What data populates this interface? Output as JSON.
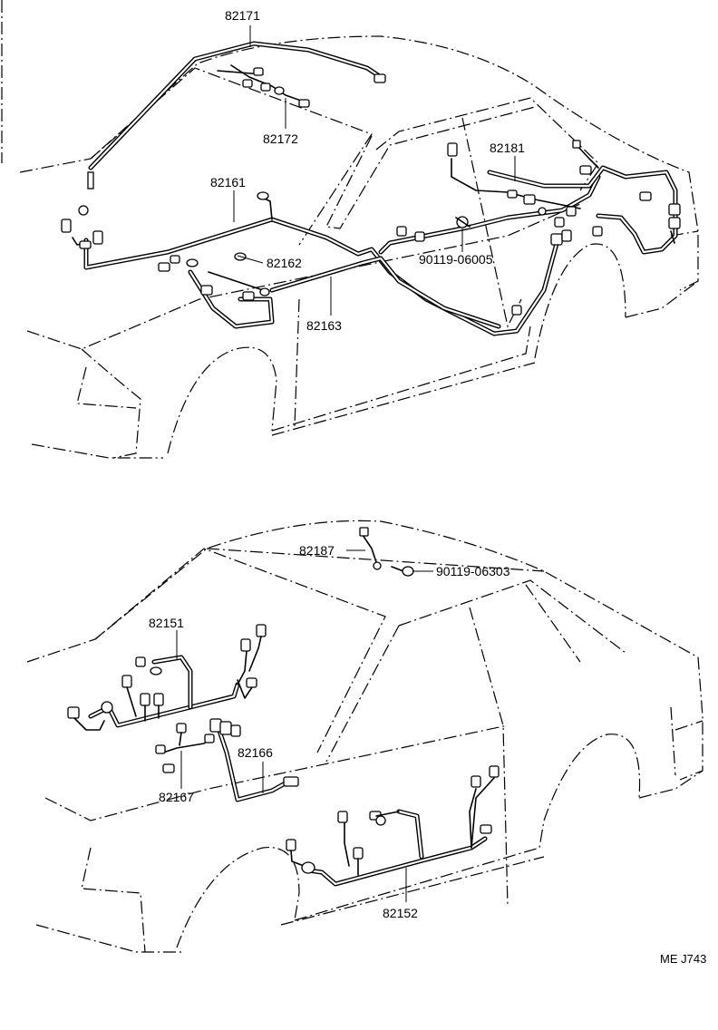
{
  "diagram": {
    "figure_code": "ME J743",
    "upper_view": {
      "parts": [
        {
          "id": "82171"
        },
        {
          "id": "82172"
        },
        {
          "id": "82161"
        },
        {
          "id": "82162"
        },
        {
          "id": "82163"
        },
        {
          "id": "82181"
        },
        {
          "id": "90119-06005"
        }
      ]
    },
    "lower_view": {
      "parts": [
        {
          "id": "82187"
        },
        {
          "id": "90119-06303"
        },
        {
          "id": "82151"
        },
        {
          "id": "82166"
        },
        {
          "id": "82167"
        },
        {
          "id": "82152"
        }
      ]
    }
  }
}
